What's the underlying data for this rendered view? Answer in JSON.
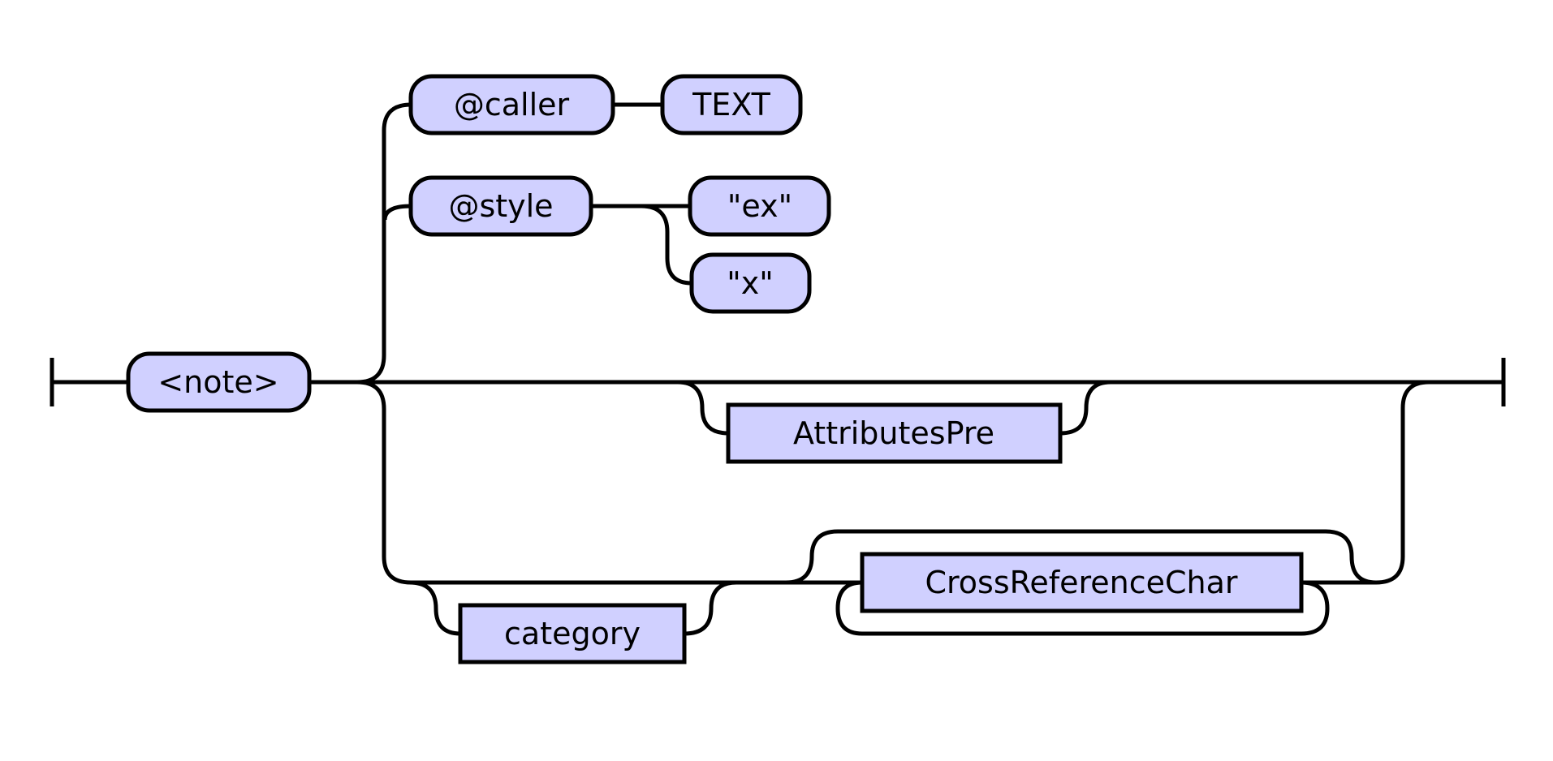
{
  "diagram": {
    "start_terminal": "<note>",
    "attributes": [
      {
        "name": "@caller",
        "values": [
          "TEXT"
        ]
      },
      {
        "name": "@style",
        "values": [
          "\"ex\"",
          "\"x\""
        ]
      }
    ],
    "optional_rule": "AttributesPre",
    "optional_category": "category",
    "repeat_rule": "CrossReferenceChar"
  }
}
